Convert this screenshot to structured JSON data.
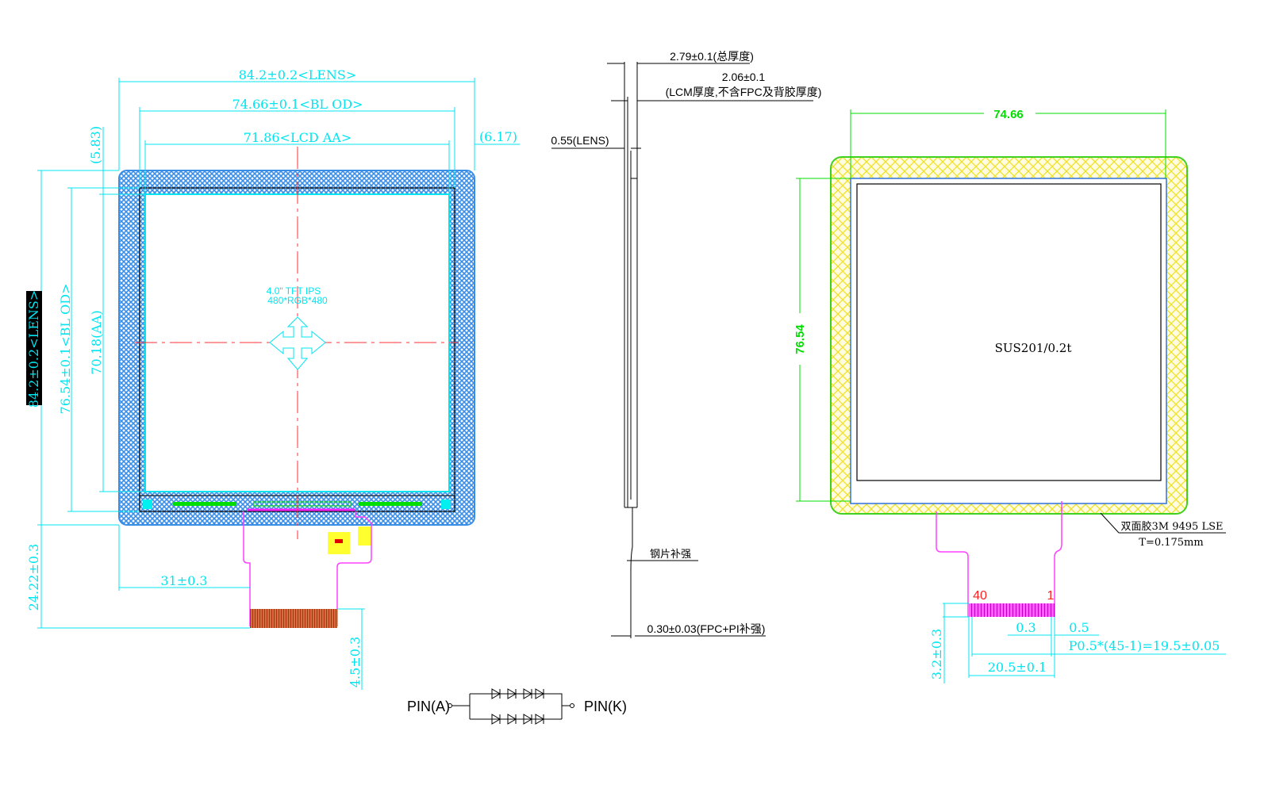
{
  "front_view": {
    "lens_width": "84.2±0.2<LENS>",
    "bl_width": "74.66±0.1<BL OD>",
    "aa_width": "71.86<LCD AA>",
    "right_offset": "(6.17)",
    "top_offset": "(5.83)",
    "lens_height": "84.2±0.2<LENS>",
    "bl_height": "76.54±0.1<BL OD>",
    "aa_height": "70.18(AA)",
    "panel_type": "4.0\" TFT IPS",
    "resolution": "480*RGB*480",
    "fpc_length": "24.22±0.3",
    "fpc_offset": "31±0.3",
    "fpc_tail": "4.5±0.3"
  },
  "side_view": {
    "total_thickness": "2.79±0.1(总厚度)",
    "lcm_thickness": "2.06±0.1",
    "lcm_note": "(LCM厚度,不含FPC及背胶厚度)",
    "lens_thickness": "0.55(LENS)",
    "stiffener": "钢片补强",
    "fpc_thickness": "0.30±0.03(FPC+PI补强)"
  },
  "back_view": {
    "width": "74.66",
    "height": "76.54",
    "material": "SUS201/0.2t",
    "tape": "双面胶3M   9495 LSE",
    "tape_thickness": "T=0.175mm",
    "pin_first": "40",
    "pin_last": "1",
    "pin_width": "0.3",
    "pin_pitch": "0.5",
    "pitch_formula": "P0.5*(45-1)=19.5±0.05",
    "connector_width": "20.5±0.1",
    "connector_height": "3.2±0.3"
  },
  "circuit": {
    "anode": "PIN(A)",
    "cathode": "PIN(K)"
  },
  "colors": {
    "dim": "#00e5f0",
    "lens": "#3a8ee6",
    "fpc": "#ff40ff",
    "center": "#ff2020",
    "tape": "#ffff40",
    "green": "#00dd00"
  }
}
